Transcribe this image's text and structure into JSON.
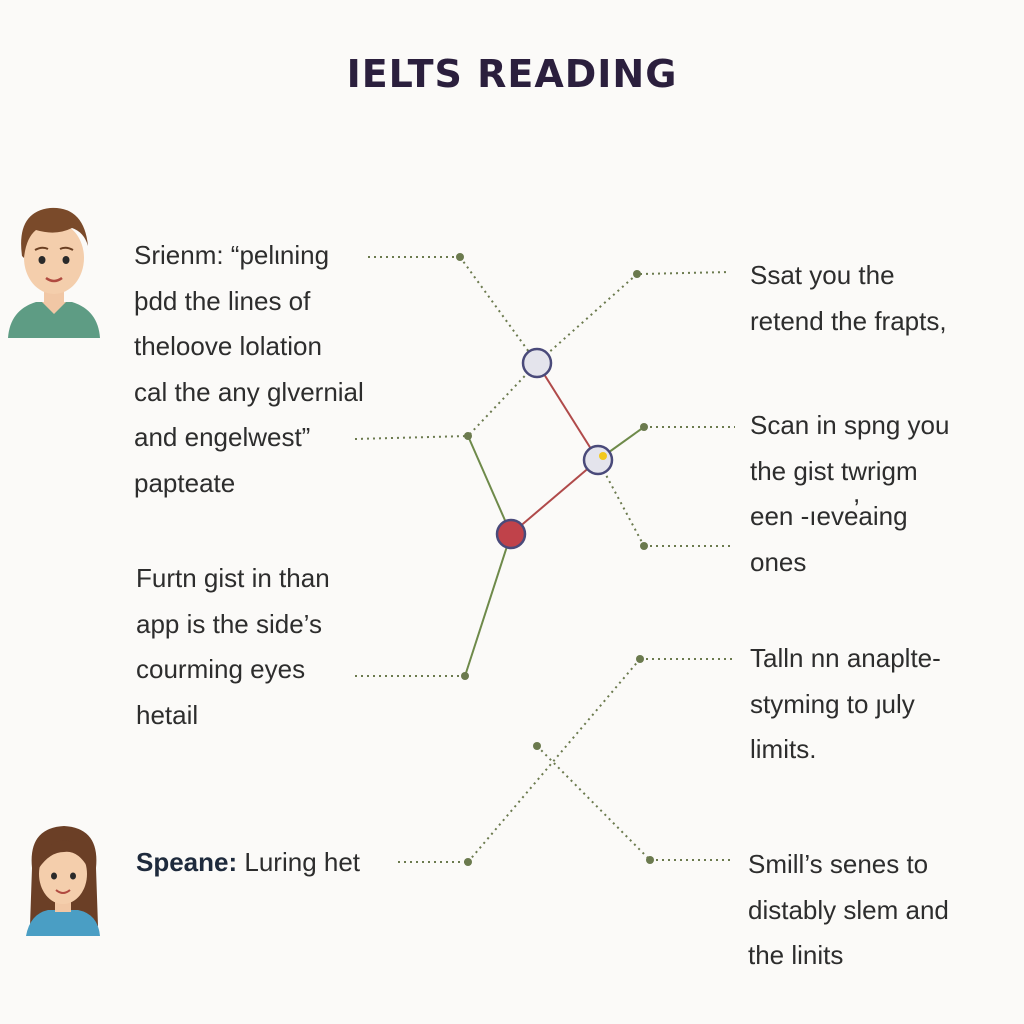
{
  "title": "IELTS READING",
  "left_blocks": [
    {
      "lines": [
        "Srienm: “pelιning",
        "þdd the lines  of",
        "theloove lolation",
        "cal  the any glvernial",
        "and engelwest”",
        "papteate"
      ]
    },
    {
      "lines": [
        "Furtn gist  in than",
        "app is the side’s",
        "courming eyes",
        "hetail"
      ]
    }
  ],
  "speaker": {
    "name": "Speane:",
    "text": " Luring het"
  },
  "right_blocks": [
    {
      "lines": [
        "Ssat you the",
        "retend the frapts,"
      ]
    },
    {
      "lines": [
        "Scan in spng you",
        "the gist  twrigm",
        "een -ıeve̕aing",
        "ones"
      ]
    },
    {
      "lines": [
        "Talln nn anaplte-",
        "styming to ȷuly",
        "limits."
      ]
    },
    {
      "lines": [
        "Smill’s senes to",
        "distably  slem and",
        "the linits"
      ]
    }
  ],
  "colors": {
    "title": "#2b1f3d",
    "dotted_line": "#6b7a4e",
    "solid_green": "#6e8a4a",
    "solid_red": "#b04a4a",
    "node_red": "#b03a3a",
    "node_yellow": "#f2c81c",
    "node_fill": "#e4e4ec",
    "node_stroke": "#4a4a7a"
  },
  "icons": [
    "male-avatar-icon",
    "female-avatar-icon"
  ]
}
